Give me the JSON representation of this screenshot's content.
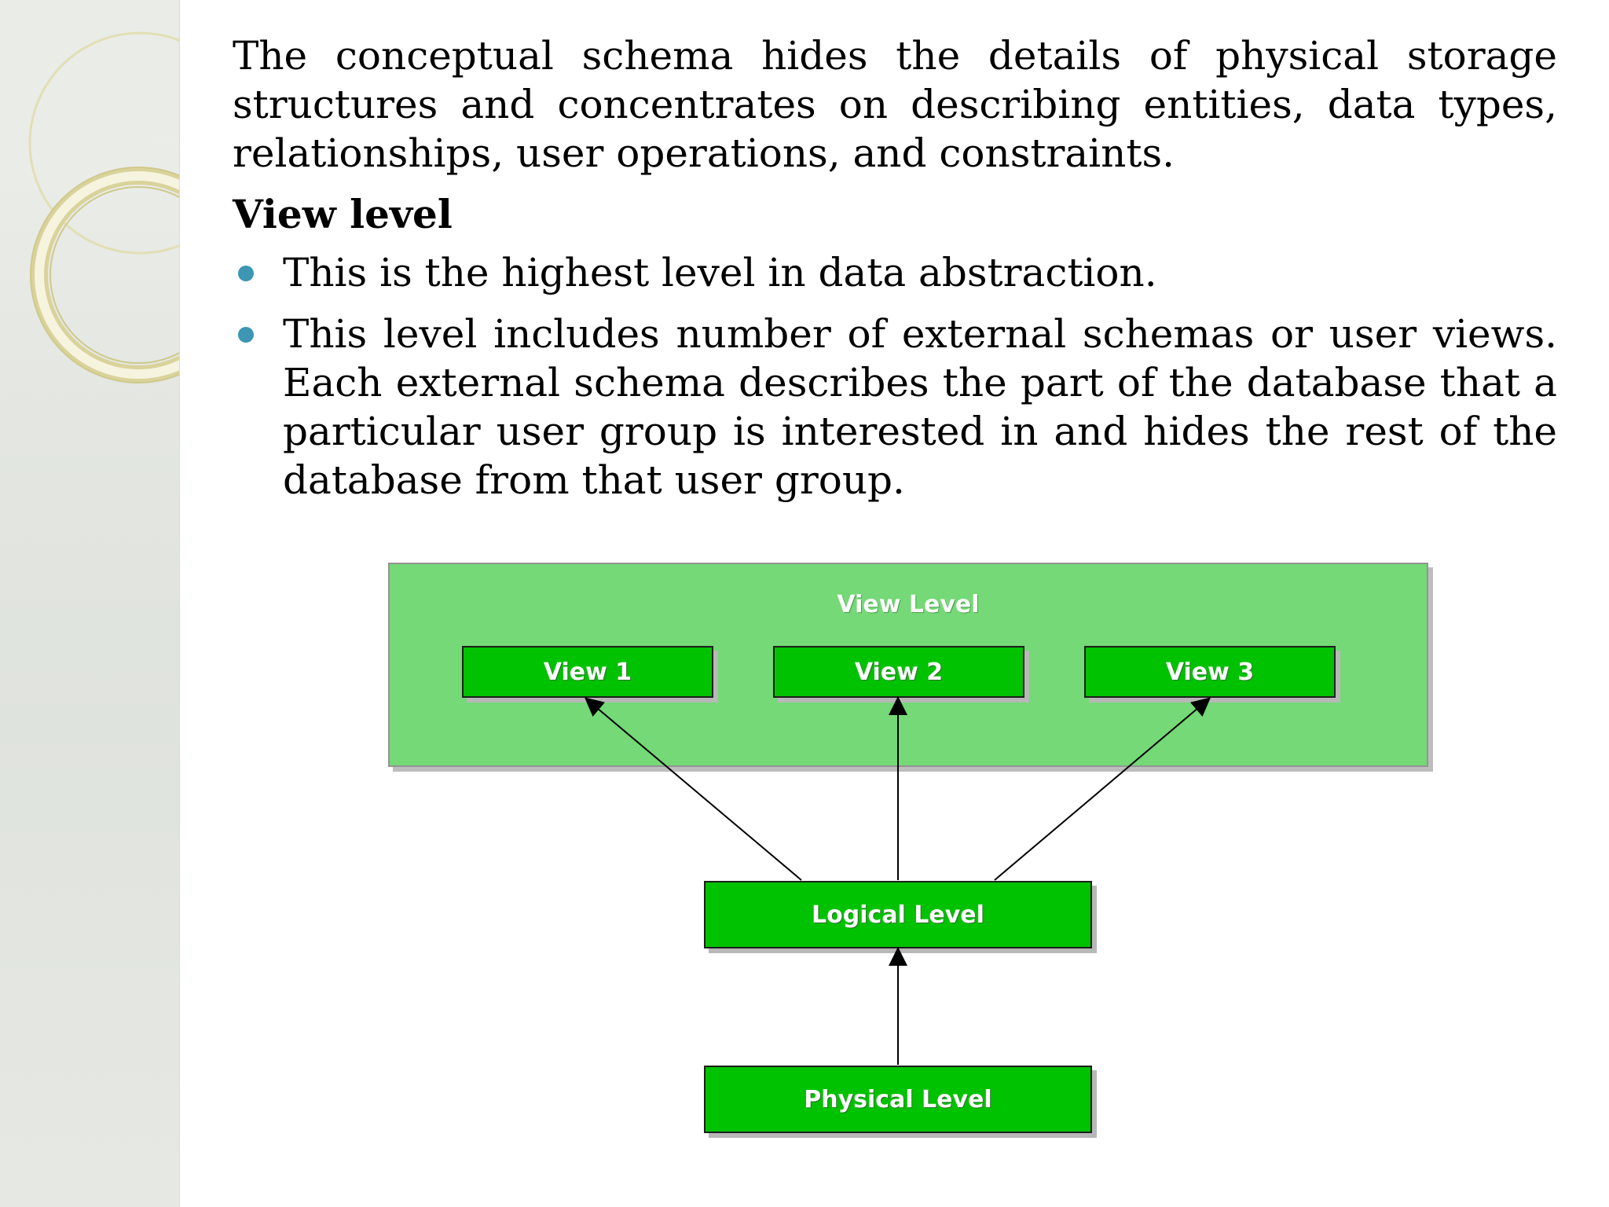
{
  "text": {
    "paragraph": "The conceptual schema hides the details of physical storage structures and concentrates on describing entities, data types, relationships, user operations, and constraints.",
    "heading": "View level",
    "bullets": [
      "This is the highest level in data abstraction.",
      "This level includes number of external schemas or user views. Each external schema describes the part of the database that a particular user group is interested in and hides the rest of the database from that user group."
    ]
  },
  "diagram": {
    "view_level_label": "View Level",
    "views": [
      "View 1",
      "View 2",
      "View 3"
    ],
    "logical_label": "Logical Level",
    "physical_label": "Physical Level",
    "colors": {
      "outer_box": "#74d976",
      "node": "#00c200",
      "bullet": "#3c96b4"
    }
  }
}
